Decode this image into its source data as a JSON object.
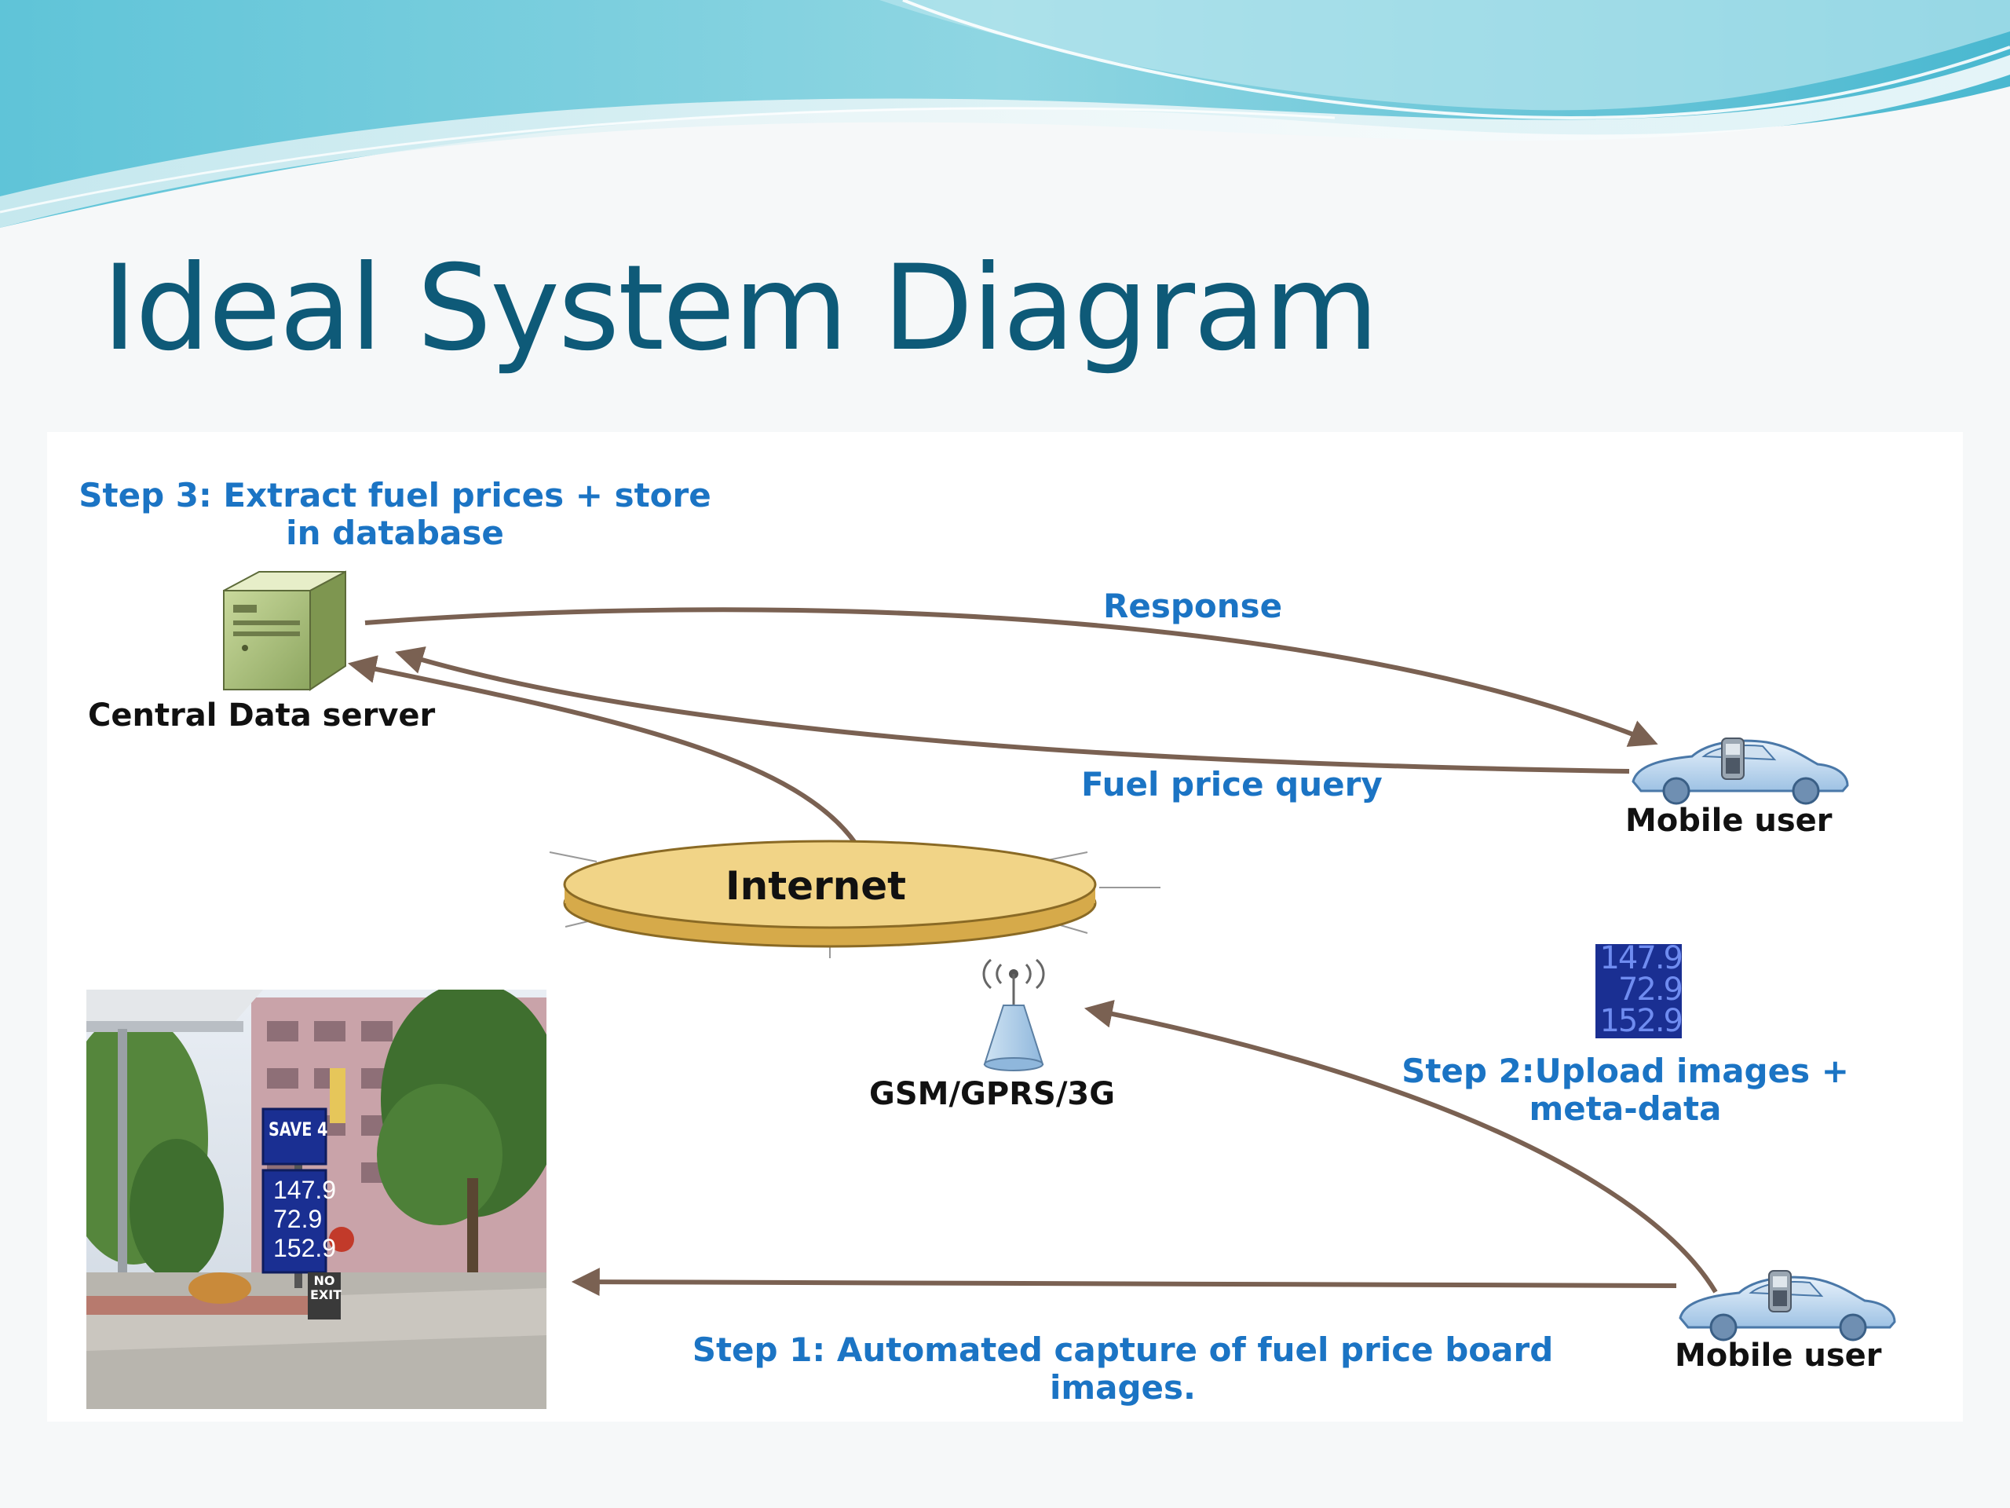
{
  "slide": {
    "title": "Ideal System Diagram"
  },
  "diagram": {
    "nodes": {
      "server": {
        "label": "Central Data server",
        "icon": "server-icon"
      },
      "internet": {
        "label": "Internet",
        "icon": "cloud-disc-icon"
      },
      "gsm": {
        "label": "GSM/GPRS/3G",
        "icon": "antenna-tower-icon"
      },
      "mobile_user_top": {
        "label": "Mobile user",
        "icon": "car-with-phone-icon"
      },
      "mobile_user_bottom": {
        "label": "Mobile user",
        "icon": "car-with-phone-icon"
      },
      "photo": {
        "icon": "gas-station-photo"
      }
    },
    "steps": {
      "step3_line1": "Step 3: Extract fuel prices + store",
      "step3_line2": "in database",
      "step2_line1": "Step 2:Upload images +",
      "step2_line2": "meta-data",
      "step1_line1": "Step 1: Automated capture of fuel price board",
      "step1_line2": "images."
    },
    "edges": {
      "response": "Response",
      "query": "Fuel price query"
    },
    "price_board": {
      "values": [
        "147.9",
        "72.9",
        "152.9"
      ]
    },
    "photo_sign": {
      "banner": "SAVE 4",
      "values": [
        "147.9",
        "72.9",
        "152.9"
      ],
      "exit_sign": "NO EXIT"
    },
    "colors": {
      "arrow": "#7a6152",
      "step_text": "#1b74c4",
      "title": "#0e5a78",
      "internet_fill": "#efcf7c",
      "server_fill": "#a9c07a",
      "board_bg": "#1a2f92"
    }
  }
}
